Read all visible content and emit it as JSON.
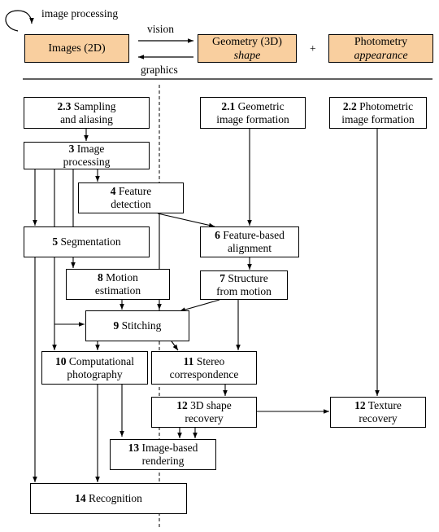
{
  "header": {
    "loop_label": "image processing",
    "images_box": "Images (2D)",
    "vision_label": "vision",
    "graphics_label": "graphics",
    "geometry_box": {
      "line1": "Geometry (3D)",
      "line2": "shape"
    },
    "plus": "+",
    "photometry_box": {
      "line1": "Photometry",
      "line2": "appearance"
    }
  },
  "nodes": {
    "sampling": {
      "num": "2.3",
      "line1": "Sampling",
      "line2": "and aliasing"
    },
    "geometric": {
      "num": "2.1",
      "line1": "Geometric",
      "line2": "image formation"
    },
    "photometric": {
      "num": "2.2",
      "line1": "Photometric",
      "line2": "image formation"
    },
    "imgproc": {
      "num": "3",
      "line1": "Image",
      "line2": "processing"
    },
    "feature": {
      "num": "4",
      "line1": "Feature",
      "line2": "detection"
    },
    "segmentation": {
      "num": "5",
      "line1": "Segmentation"
    },
    "alignment": {
      "num": "6",
      "line1": "Feature-based",
      "line2": "alignment"
    },
    "motion": {
      "num": "8",
      "line1": "Motion",
      "line2": "estimation"
    },
    "sfm": {
      "num": "7",
      "line1": "Structure",
      "line2": "from motion"
    },
    "stitching": {
      "num": "9",
      "line1": "Stitching"
    },
    "computational": {
      "num": "10",
      "line1": "Computational",
      "line2": "photography"
    },
    "stereo": {
      "num": "11",
      "line1": "Stereo",
      "line2": "correspondence"
    },
    "shape3d": {
      "num": "12",
      "line1": "3D shape",
      "line2": "recovery"
    },
    "texture": {
      "num": "12",
      "line1": "Texture",
      "line2": "recovery"
    },
    "ibr": {
      "num": "13",
      "line1": "Image-based",
      "line2": "rendering"
    },
    "recognition": {
      "num": "14",
      "line1": "Recognition"
    }
  }
}
